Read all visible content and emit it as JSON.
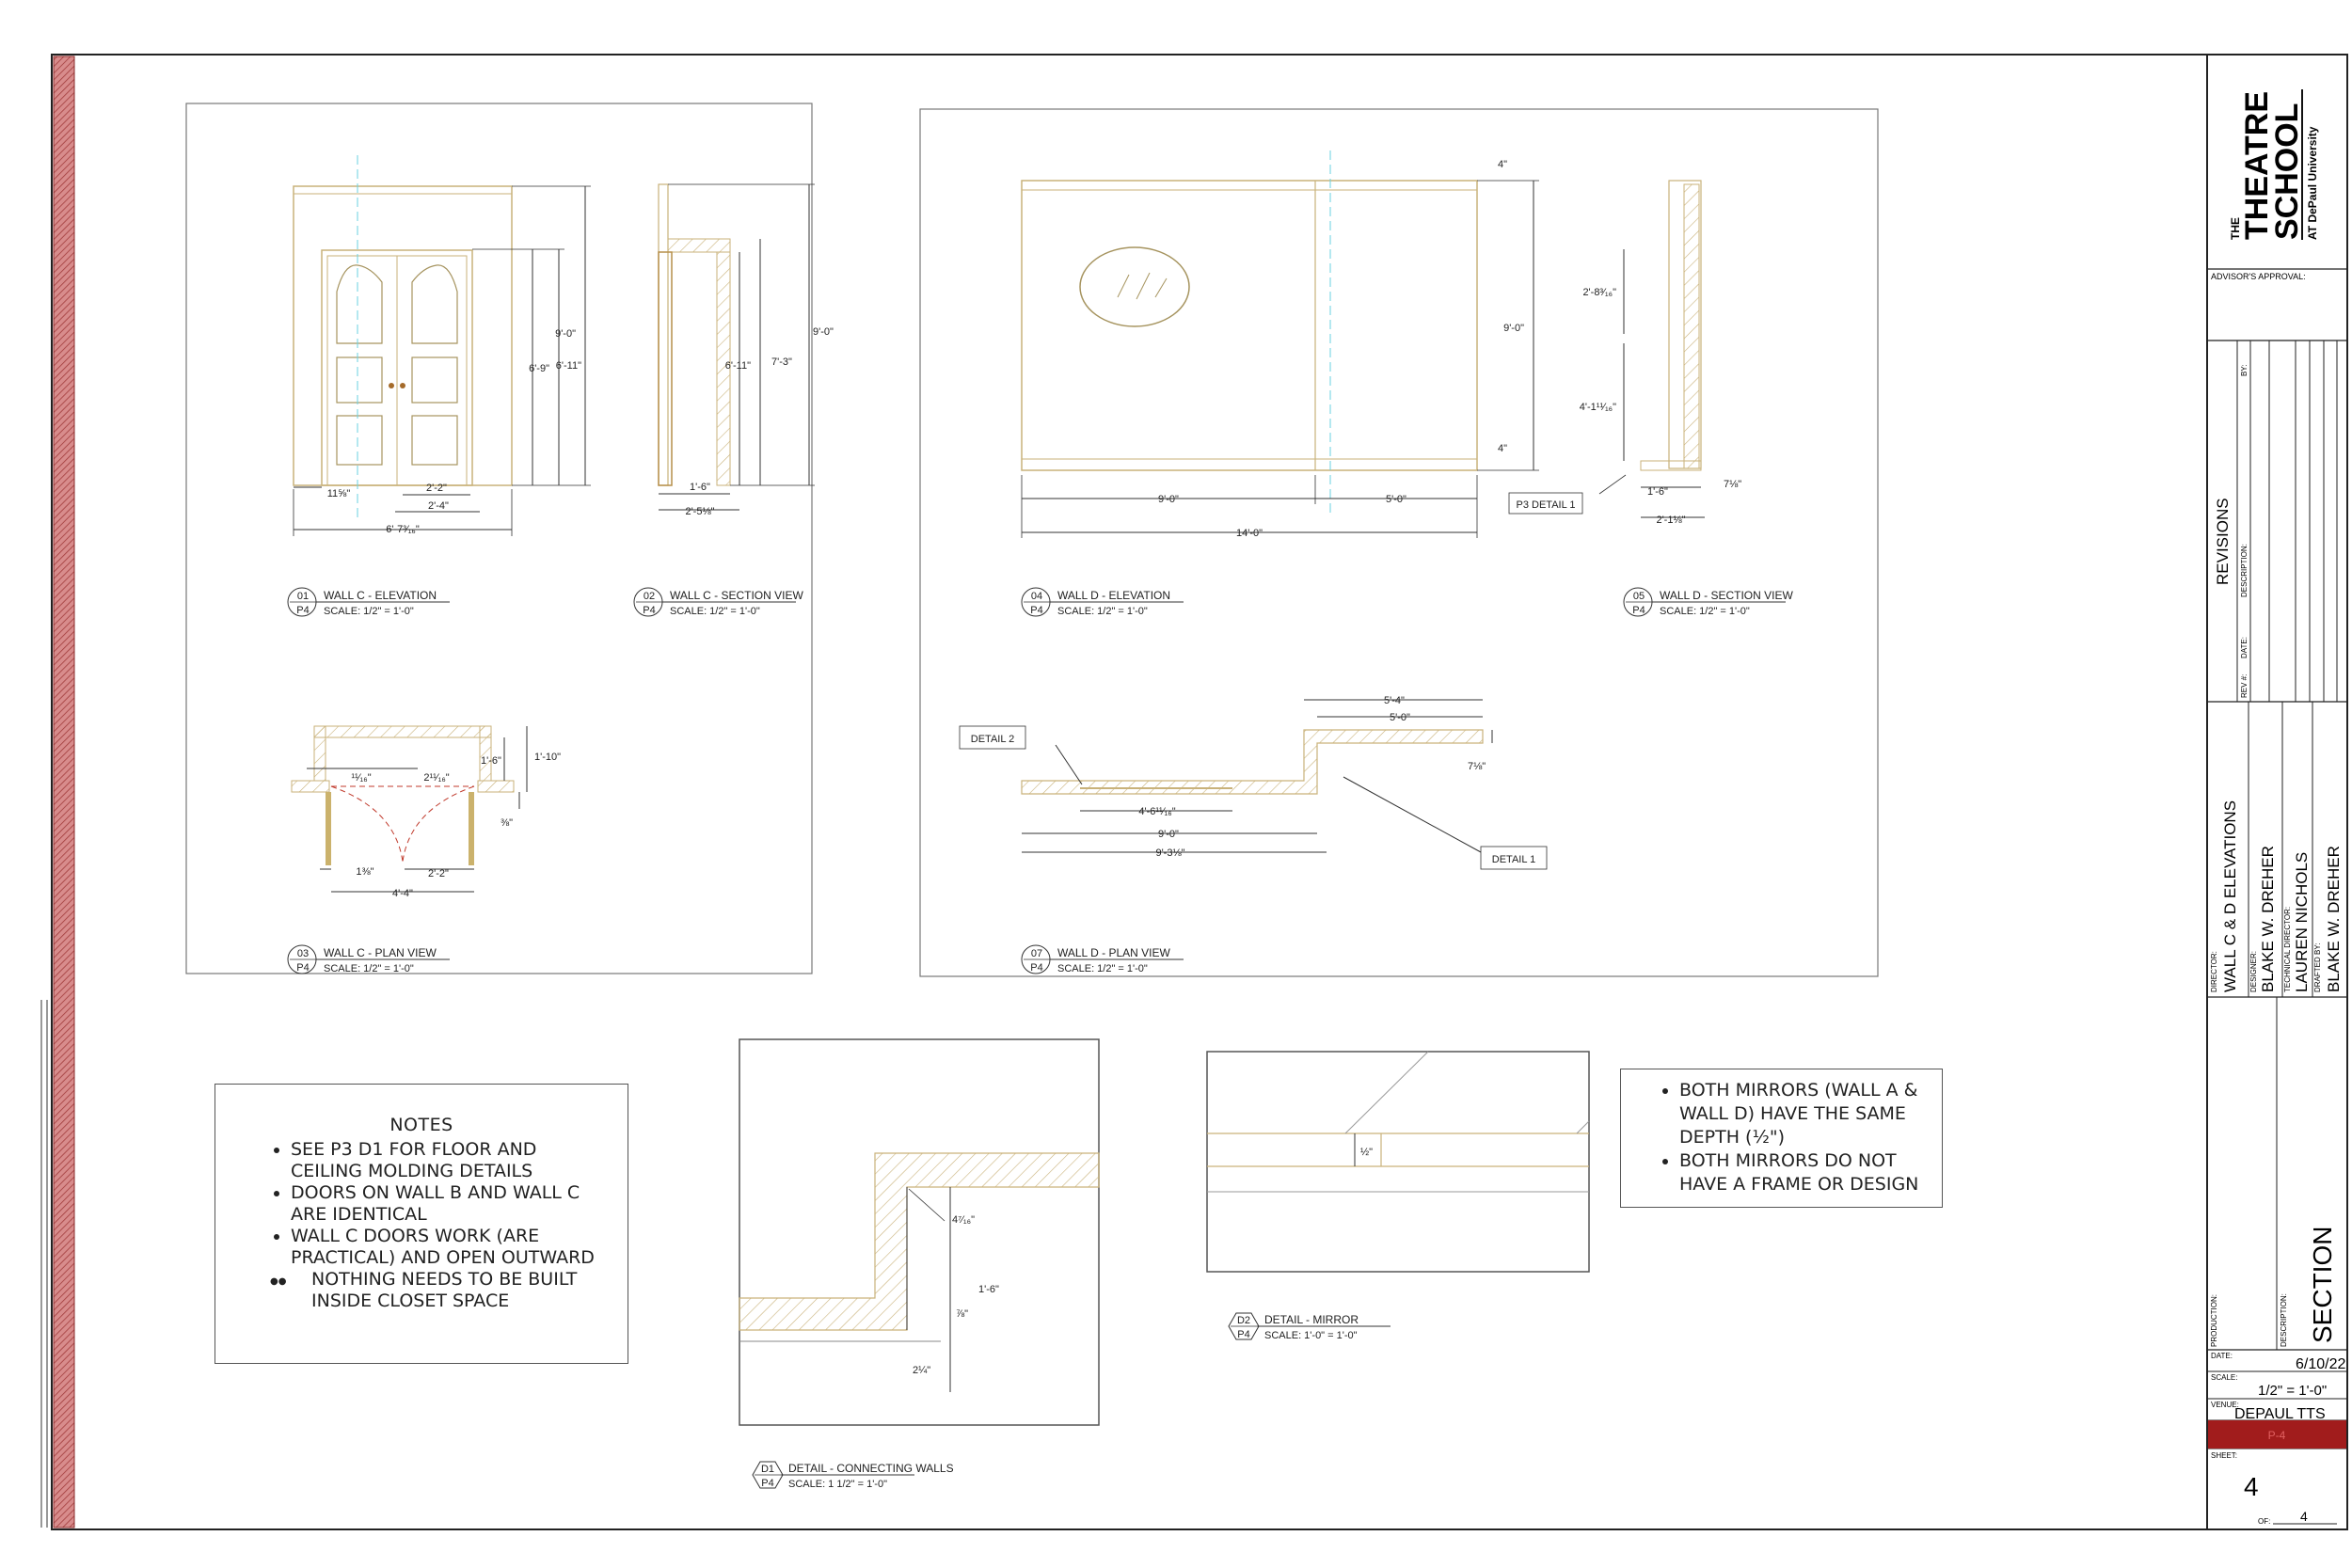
{
  "sheet": {
    "school_the": "THE",
    "school_name_1": "THEATRE",
    "school_name_2": "SCHOOL",
    "school_at": "AT DePaul University",
    "advisor_label": "ADVISOR'S APPROVAL:",
    "revisions_title": "REVISIONS",
    "rev_col_rev": "REV #:",
    "rev_col_date": "DATE:",
    "rev_col_desc": "DESCRIPTION:",
    "rev_col_by": "BY:",
    "director_label": "DIRECTOR:",
    "director_value": "WALL C & D ELEVATIONS",
    "designer_label": "DESIGNER:",
    "designer_value": "BLAKE W. DREHER",
    "td_label": "TECHNICAL DIRECTOR:",
    "td_value": "LAUREN NICHOLS",
    "drafted_label": "DRAFTED BY:",
    "drafted_value": "BLAKE W. DREHER",
    "production_label": "PRODUCTION:",
    "description_label": "DESCRIPTION:",
    "description_value": "SECTION",
    "date_label": "DATE:",
    "date_value": "6/10/22",
    "scale_label": "SCALE:",
    "scale_value": "1/2\" = 1'-0\"",
    "venue_label": "VENUE:",
    "venue_value": "DEPAUL TTS",
    "page_code": "P-4",
    "sheet_label": "SHEET:",
    "sheet_value": "4",
    "of_label": "OF:",
    "of_value": "4",
    "accent_color": "#a11c1c"
  },
  "views": {
    "v01": {
      "num": "01",
      "page": "P4",
      "title": "WALL C - ELEVATION",
      "scale": "SCALE: 1/2\" = 1'-0\""
    },
    "v02": {
      "num": "02",
      "page": "P4",
      "title": "WALL C - SECTION VIEW",
      "scale": "SCALE: 1/2\" = 1'-0\""
    },
    "v03": {
      "num": "03",
      "page": "P4",
      "title": "WALL C - PLAN VIEW",
      "scale": "SCALE: 1/2\" = 1'-0\""
    },
    "v04": {
      "num": "04",
      "page": "P4",
      "title": "WALL D - ELEVATION",
      "scale": "SCALE: 1/2\" = 1'-0\""
    },
    "v05": {
      "num": "05",
      "page": "P4",
      "title": "WALL D - SECTION VIEW",
      "scale": "SCALE: 1/2\" = 1'-0\""
    },
    "v07": {
      "num": "07",
      "page": "P4",
      "title": "WALL D - PLAN VIEW",
      "scale": "SCALE: 1/2\" = 1'-0\""
    },
    "vd1": {
      "num": "D1",
      "page": "P4",
      "title": "DETAIL - CONNECTING WALLS",
      "scale": "SCALE: 1 1/2\" = 1'-0\""
    },
    "vd2": {
      "num": "D2",
      "page": "P4",
      "title": "DETAIL - MIRROR",
      "scale": "SCALE: 1'-0\" = 1'-0\""
    }
  },
  "dims": {
    "c_elev_90": "9'-0\"",
    "c_elev_69": "6'-9\"",
    "c_elev_611": "6'-11\"",
    "c_elev_1158": "11⅝\"",
    "c_elev_22": "2'-2\"",
    "c_elev_24": "2'-4\"",
    "c_elev_67": "6'-7³⁄₁₆\"",
    "c_sec_90": "9'-0\"",
    "c_sec_611": "6'-11\"",
    "c_sec_73": "7'-3\"",
    "c_sec_16": "1'-6\"",
    "c_sec_25": "2'-5⅛\"",
    "c_plan_110": "1'-10\"",
    "c_plan_16": "1'-6\"",
    "c_plan_1116": "¹¹⁄₁₆\"",
    "c_plan_21116": "2¹¹⁄₁₆\"",
    "c_plan_38": "⅜\"",
    "c_plan_138": "1⅜\"",
    "c_plan_22": "2'-2\"",
    "c_plan_44": "4'-4\"",
    "d_elev_4a": "4\"",
    "d_elev_90": "9'-0\"",
    "d_elev_4b": "4\"",
    "d_elev_90h": "9'-0\"",
    "d_elev_50": "5'-0\"",
    "d_elev_140": "14'-0\"",
    "d_sec_28": "2'-8³⁄₁₆\"",
    "d_sec_41": "4'-1¹¹⁄₁₆\"",
    "d_sec_16": "1'-6\"",
    "d_sec_78": "7⅛\"",
    "d_sec_21": "2'-1⅛\"",
    "d_sec_callout": "P3 DETAIL 1",
    "d_plan_54": "5'-4\"",
    "d_plan_50": "5'-0\"",
    "d_plan_78": "7⅛\"",
    "d_plan_46": "4'-6¹¹⁄₁₆\"",
    "d_plan_90": "9'-0\"",
    "d_plan_93": "9'-3⅛\"",
    "d_plan_detail2": "DETAIL 2",
    "d_plan_detail1": "DETAIL 1",
    "det1_47": "4⁷⁄₁₆\"",
    "det1_16": "1'-6\"",
    "det1_78": "⅞\"",
    "det1_214": "2¼\"",
    "det2_12": "½\""
  },
  "notes": {
    "title": "NOTES",
    "items": [
      "SEE P3 D1 FOR FLOOR AND CEILING MOLDING DETAILS",
      "DOORS ON WALL B AND WALL C ARE IDENTICAL",
      "WALL C DOORS WORK (ARE PRACTICAL) AND OPEN OUTWARD",
      "NOTHING NEEDS TO BE BUILT INSIDE CLOSET SPACE"
    ]
  },
  "mirror_notes": {
    "items": [
      "BOTH MIRRORS (WALL A & WALL D) HAVE THE SAME DEPTH (½\")",
      "BOTH MIRRORS DO NOT HAVE A FRAME OR DESIGN"
    ]
  }
}
